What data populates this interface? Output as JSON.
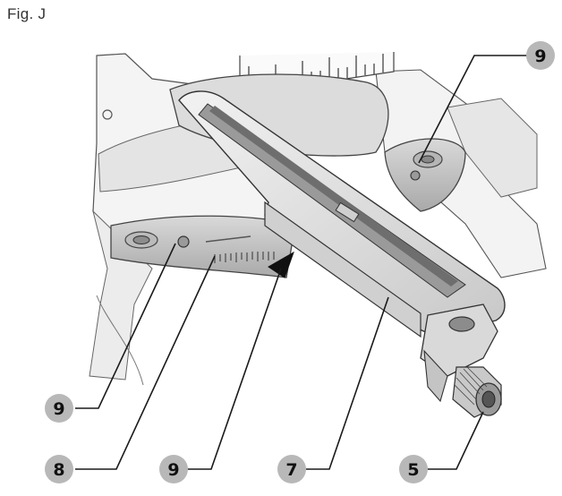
{
  "figure": {
    "title": "Fig. J"
  },
  "callouts": [
    {
      "id": "top-right",
      "label": "9"
    },
    {
      "id": "left",
      "label": "9"
    },
    {
      "id": "bottom-left",
      "label": "8"
    },
    {
      "id": "bottom-mid",
      "label": "9"
    },
    {
      "id": "bottom-center",
      "label": "7"
    },
    {
      "id": "bottom-right",
      "label": "5"
    }
  ],
  "colors": {
    "callout_fill": "#b8b8b8",
    "line": "#1a1a1a",
    "metal_light": "#e9e9e9",
    "metal_mid": "#c9c9c9",
    "metal_dark": "#8c8c8c"
  }
}
